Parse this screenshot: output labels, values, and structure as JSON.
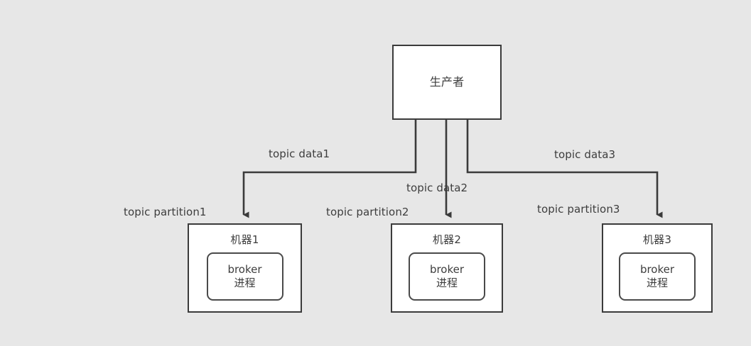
{
  "diagram": {
    "title": "Kafka producer to broker topology",
    "background_color": "#e7e7e7",
    "node_fill": "#ffffff",
    "stroke_color": "#3b3b3b",
    "text_color": "#3d3d3d",
    "producer": {
      "label": "生产者"
    },
    "machines": [
      {
        "title": "机器1",
        "process_line1": "broker",
        "process_line2": "进程"
      },
      {
        "title": "机器2",
        "process_line1": "broker",
        "process_line2": "进程"
      },
      {
        "title": "机器3",
        "process_line1": "broker",
        "process_line2": "进程"
      }
    ],
    "edge_labels": {
      "data1": "topic data1",
      "data2": "topic data2",
      "data3": "topic data3",
      "partition1": "topic partition1",
      "partition2": "topic partition2",
      "partition3": "topic partition3"
    }
  }
}
